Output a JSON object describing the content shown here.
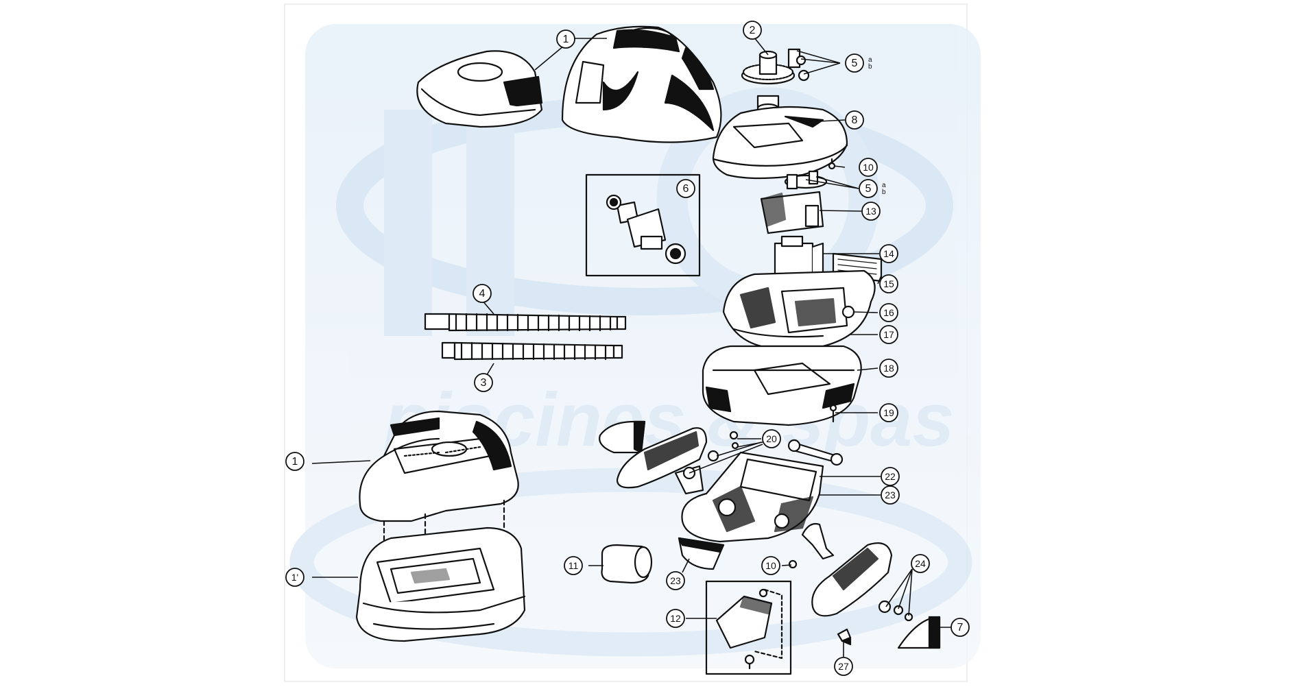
{
  "colors": {
    "ink": "#111111",
    "paper": "#ffffff",
    "watermark": "#dbe9f5",
    "watermark_dark": "#c9dcee"
  },
  "watermark": {
    "text": "piscines & spas",
    "kind": "logo"
  },
  "callouts": [
    {
      "id": "c1a",
      "label": "1"
    },
    {
      "id": "c2",
      "label": "2"
    },
    {
      "id": "c5a",
      "label": "5",
      "suffix": "a\nb"
    },
    {
      "id": "c8",
      "label": "8"
    },
    {
      "id": "c10a",
      "label": "10"
    },
    {
      "id": "c5b",
      "label": "5",
      "suffix": "a\nb"
    },
    {
      "id": "c6",
      "label": "6"
    },
    {
      "id": "c13",
      "label": "13"
    },
    {
      "id": "c14",
      "label": "14"
    },
    {
      "id": "c15",
      "label": "15"
    },
    {
      "id": "c4",
      "label": "4"
    },
    {
      "id": "c16",
      "label": "16"
    },
    {
      "id": "c17",
      "label": "17"
    },
    {
      "id": "c18",
      "label": "18"
    },
    {
      "id": "c3",
      "label": "3"
    },
    {
      "id": "c19",
      "label": "19"
    },
    {
      "id": "c20",
      "label": "20"
    },
    {
      "id": "c1b",
      "label": "1"
    },
    {
      "id": "c22",
      "label": "22"
    },
    {
      "id": "c23a",
      "label": "23"
    },
    {
      "id": "c11",
      "label": "11"
    },
    {
      "id": "c10b",
      "label": "10"
    },
    {
      "id": "c1c",
      "label": "1'"
    },
    {
      "id": "c23b",
      "label": "23"
    },
    {
      "id": "c24",
      "label": "24"
    },
    {
      "id": "c12",
      "label": "12"
    },
    {
      "id": "c7",
      "label": "7"
    },
    {
      "id": "c27",
      "label": "27"
    }
  ]
}
